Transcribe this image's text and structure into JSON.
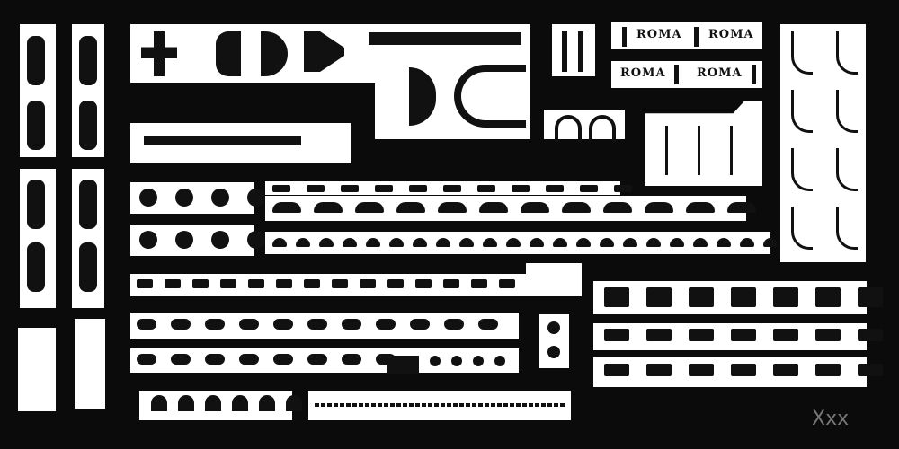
{
  "labels": {
    "roma_1": "ROMA",
    "roma_2": "ROMA",
    "roma_3": "ROMA",
    "roma_4": "ROMA"
  },
  "fret_mark": "Xxx",
  "colors": {
    "background": "#0b0b0b",
    "metal": "#ffffff",
    "etch": "#111111",
    "gate": "#8a8a8a"
  }
}
